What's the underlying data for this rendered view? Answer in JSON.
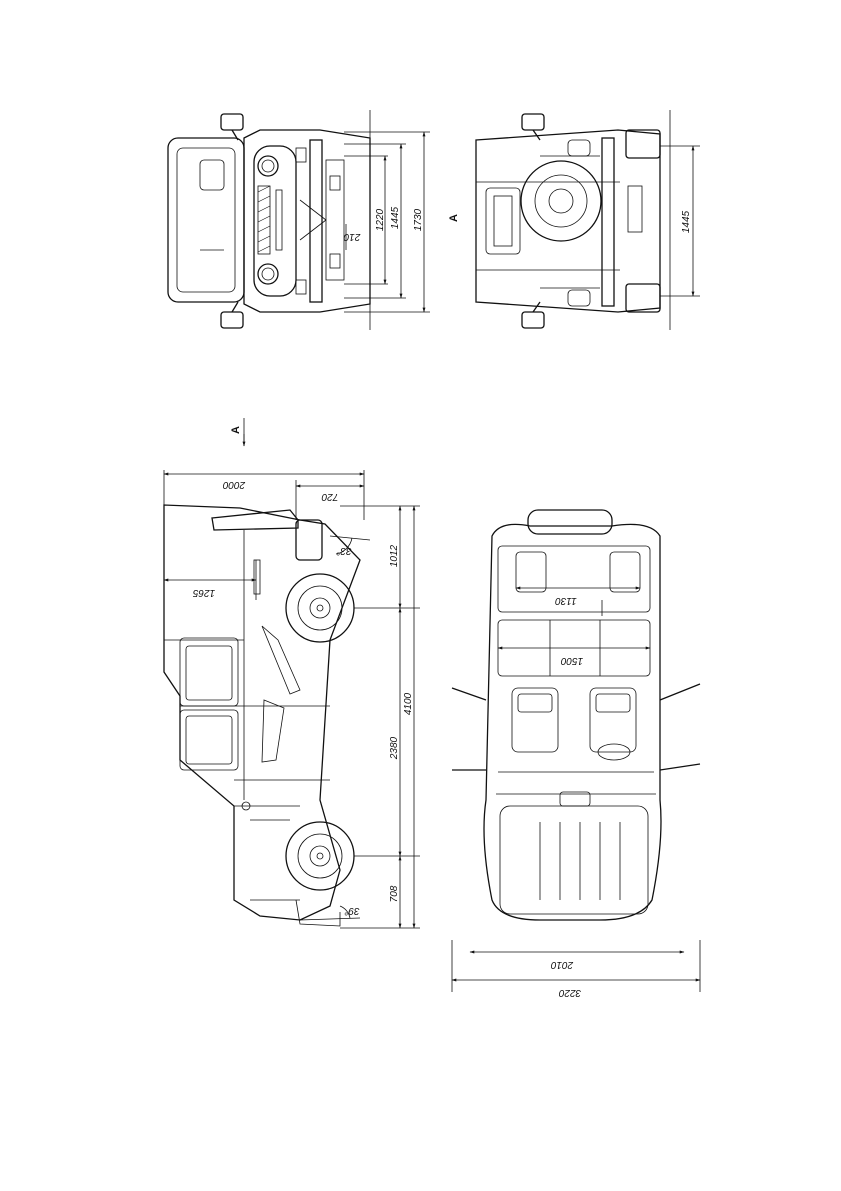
{
  "front_view": {
    "dims": {
      "d1220": "1220",
      "d1445": "1445",
      "d1730": "1730",
      "d210": "210"
    }
  },
  "rear_view": {
    "label": "A",
    "dims": {
      "d1445": "1445"
    }
  },
  "side_view": {
    "view_arrow_label": "A",
    "dims": {
      "d2000": "2000",
      "d720": "720",
      "d1265": "1265",
      "d1012": "1012",
      "angle_front": "33°",
      "d2380": "2380",
      "d4100": "4100",
      "d708": "708",
      "angle_rear": "39°"
    }
  },
  "top_view": {
    "dims": {
      "d1130": "1130",
      "d1500": "1500",
      "d2010": "2010",
      "d3220": "3220"
    }
  }
}
